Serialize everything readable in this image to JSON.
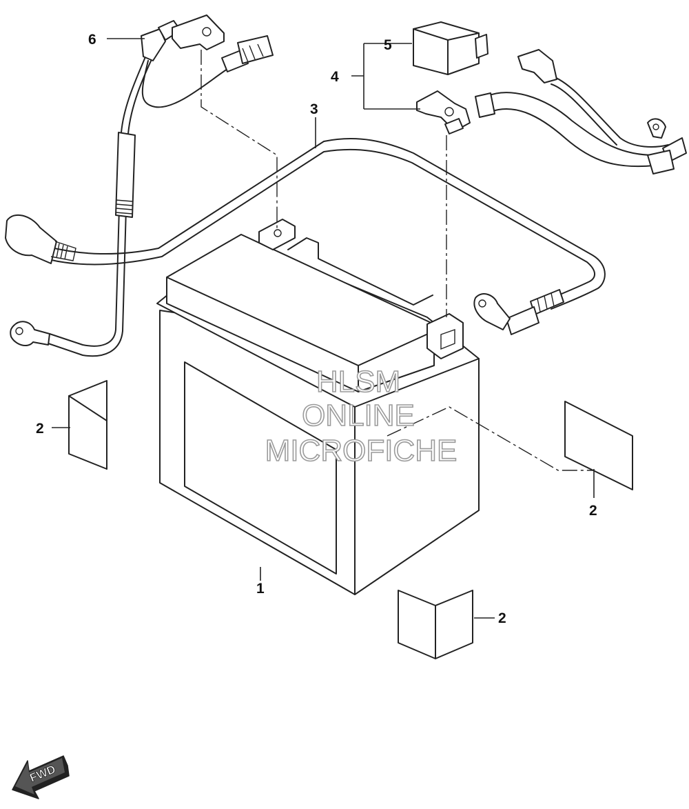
{
  "callouts": {
    "c1": "1",
    "c2a": "2",
    "c2b": "2",
    "c2c": "2",
    "c3": "3",
    "c4": "4",
    "c5": "5",
    "c6": "6"
  },
  "watermark": {
    "line1": "HLSM",
    "line2": "ONLINE",
    "line3": "MICROFICHE"
  },
  "direction_arrow": {
    "label": "FWD"
  }
}
